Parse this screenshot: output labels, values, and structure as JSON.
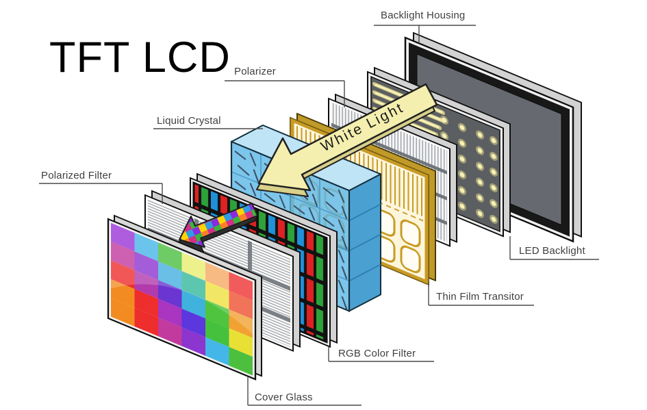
{
  "title": "TFT LCD",
  "labels": {
    "backlight_housing": "Backlight Housing",
    "polarizer": "Polarizer",
    "liquid_crystal": "Liquid Crystal",
    "polarized_filter": "Polarized Filter",
    "led_backlight": "LED Backlight",
    "thin_film_transistor": "Thin Film Transitor",
    "rgb_color_filter": "RGB Color Filter",
    "cover_glass": "Cover Glass",
    "white_light": "White Light"
  },
  "layers_front_to_back": [
    "Cover Glass",
    "Polarized Filter",
    "RGB Color Filter",
    "Liquid Crystal",
    "Thin Film Transitor",
    "Polarizer",
    "LED Backlight",
    "Backlight Housing"
  ],
  "colors": {
    "white_light_arrow": "#f4efae",
    "white_light_arrow_side": "#d9d08a",
    "liquid_crystal_front": "#5fb8e6",
    "liquid_crystal_top": "#bfe4f6",
    "liquid_crystal_side": "#4ba0d2",
    "tft_gold": "#c89b25",
    "led_panel": "#5c5f61",
    "led_dot": "#f7f1b5",
    "led_streak": "#ece291",
    "housing_frame": "#181818",
    "housing_screen": "#666a70",
    "rgb_red": "#dd2222",
    "rgb_green": "#2ea23a",
    "rgb_blue": "#2090d8"
  },
  "cover_glass_grid": [
    [
      "#9b35d8",
      "#47b6e8",
      "#4cbf3f",
      "#e9ee70",
      "#f5a964",
      "#ee3333"
    ],
    [
      "#c2399e",
      "#8c35cf",
      "#45b0e0",
      "#35b89a",
      "#efe13e",
      "#ee5030"
    ],
    [
      "#ee2d2d",
      "#b13bad",
      "#6a35d0",
      "#3fb3dc",
      "#4fc43e",
      "#f2a233"
    ],
    [
      "#f28c22",
      "#ee2d2d",
      "#a935c0",
      "#5b37dd",
      "#45c13e",
      "#e9e035"
    ],
    [
      "#f28c22",
      "#ee2d2d",
      "#c23a9e",
      "#8c35cf",
      "#45b6e8",
      "#4cbf3f"
    ]
  ]
}
